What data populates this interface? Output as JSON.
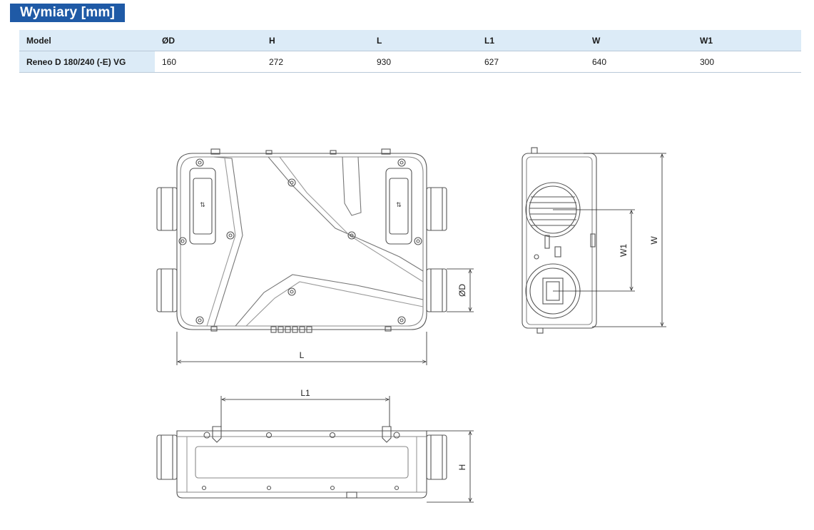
{
  "title": "Wymiary [mm]",
  "table": {
    "headers": [
      "Model",
      "ØD",
      "H",
      "L",
      "L1",
      "W",
      "W1"
    ],
    "rows": [
      [
        "Reneo D 180/240 (-E) VG",
        "160",
        "272",
        "930",
        "627",
        "640",
        "300"
      ]
    ]
  },
  "drawing": {
    "labels": {
      "L": "L",
      "D": "ØD",
      "W": "W",
      "W1": "W1",
      "L1": "L1",
      "H": "H"
    }
  }
}
